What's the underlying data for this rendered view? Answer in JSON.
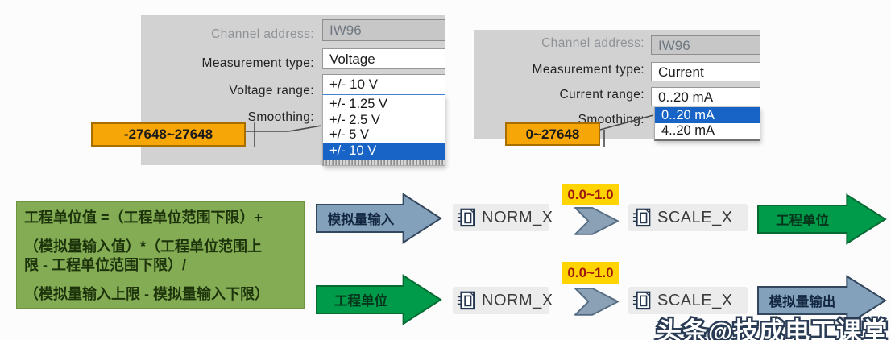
{
  "left_dialog": {
    "labels": {
      "channel": "Channel address:",
      "measurement": "Measurement type:",
      "range": "Voltage range:",
      "smoothing": "Smoothing:"
    },
    "values": {
      "channel": "IW96",
      "measurement": "Voltage",
      "range": "+/- 10 V"
    },
    "options": [
      "+/- 1.25 V",
      "+/- 2.5 V",
      "+/- 5 V",
      "+/- 10 V"
    ],
    "selected_option": "+/- 10 V",
    "callout": "-27648~27648"
  },
  "right_dialog": {
    "labels": {
      "channel": "Channel address:",
      "measurement": "Measurement type:",
      "range": "Current range:",
      "smoothing": "Smoothing:"
    },
    "values": {
      "channel": "IW96",
      "measurement": "Current",
      "range": "0..20 mA"
    },
    "options": [
      "0..20 mA",
      "4..20 mA"
    ],
    "selected_option": "0..20 mA",
    "callout": "0~27648"
  },
  "formula": {
    "line1": "工程单位值 =（工程单位范围下限）+",
    "line2": "（模拟量输入值）*（工程单位范围上",
    "line3": "限 - 工程单位范围下限）/",
    "line4": "（模拟量输入上限 - 模拟量输入下限）"
  },
  "flow": {
    "rows": [
      {
        "input_label": "模拟量输入",
        "input_color": "blue",
        "norm_label": "NORM_X",
        "range_label": "0.0~1.0",
        "scale_label": "SCALE_X",
        "output_label": "工程单位",
        "output_color": "green"
      },
      {
        "input_label": "工程单位",
        "input_color": "green",
        "norm_label": "NORM_X",
        "range_label": "0.0~1.0",
        "scale_label": "SCALE_X",
        "output_label": "模拟量输出",
        "output_color": "blue"
      }
    ]
  },
  "watermark": "头条@技成电工课堂",
  "colors": {
    "panel_gray": "#d2d2d2",
    "selection_blue": "#1763c6",
    "callout_orange": "#f7a608",
    "range_tag_yellow": "#ffd400",
    "formula_green": "#84ac54",
    "arrow_blue": "#83a1bb",
    "arrow_green": "#009b4a"
  }
}
